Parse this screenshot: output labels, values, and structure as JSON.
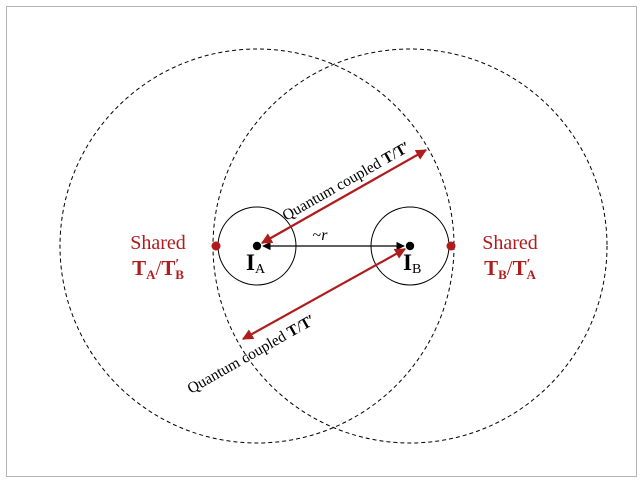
{
  "colors": {
    "accent": "#b01c1c",
    "ink": "#000000",
    "frame": "#b4b4b4"
  },
  "labels": {
    "shared_word": "Shared",
    "left_shared_T": "T",
    "left_shared_T_sub": "A",
    "left_shared_slash": "/",
    "left_shared_T2": "T",
    "left_shared_T2_sup": "′",
    "left_shared_T2_sub": "B",
    "right_shared_T": "T",
    "right_shared_T_sub": "B",
    "right_shared_slash": "/",
    "right_shared_T2": "T",
    "right_shared_T2_sup": "′",
    "right_shared_T2_sub": "A",
    "ion_left": "I",
    "ion_left_sub": "A",
    "ion_right": "I",
    "ion_right_sub": "B",
    "distance_tilde": "~",
    "distance_var": "r",
    "coupled_upper_prefix": "Quantum coupled ",
    "coupled_upper_T": "T",
    "coupled_upper_slash": "/",
    "coupled_upper_T2": "T′",
    "coupled_lower_prefix": "Quantum coupled ",
    "coupled_lower_T": "T",
    "coupled_lower_slash": "/",
    "coupled_lower_T2": "T′"
  }
}
